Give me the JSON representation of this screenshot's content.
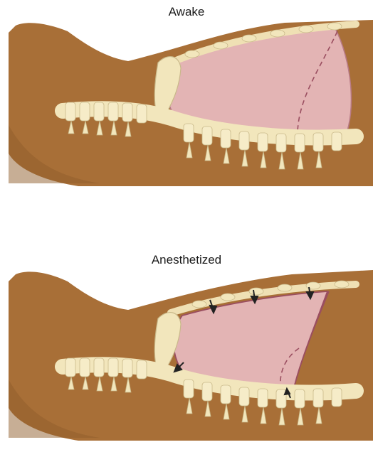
{
  "panels": [
    {
      "id": "awake",
      "title": "Awake"
    },
    {
      "id": "anesthetized",
      "title": "Anesthetized"
    }
  ],
  "colors": {
    "skin": "#a86f37",
    "skin_shadow": "#8a5a2a",
    "lung": "#e2b3b3",
    "lung_edge": "#9a4e60",
    "bone": "#f2e6bc",
    "bone_edge": "#c9b98a",
    "arrow": "#222222"
  }
}
